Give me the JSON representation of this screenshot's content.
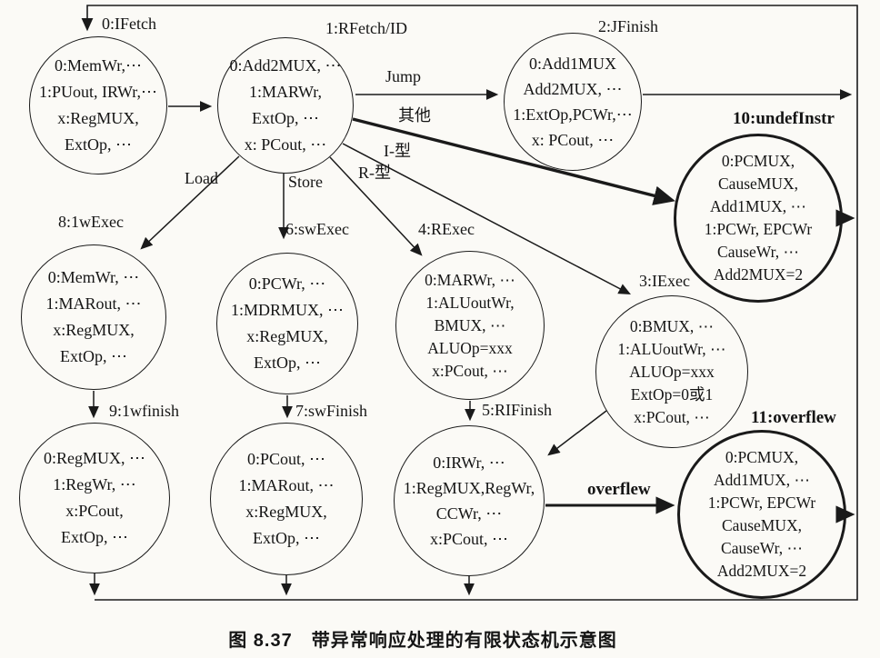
{
  "figure": {
    "caption": "图 8.37　带异常响应处理的有限状态机示意图"
  },
  "states": {
    "s0": {
      "label": "0:IFetch",
      "lines": [
        "0:MemWr,⋯",
        "1:PUout, IRWr,⋯",
        "x:RegMUX,",
        "ExtOp, ⋯"
      ]
    },
    "s1": {
      "label": "1:RFetch/ID",
      "lines": [
        "0:Add2MUX, ⋯",
        "1:MARWr,",
        "ExtOp, ⋯",
        "x: PCout, ⋯"
      ]
    },
    "s2": {
      "label": "2:JFinish",
      "lines": [
        "0:Add1MUX",
        "Add2MUX, ⋯",
        "1:ExtOp,PCWr,⋯",
        "x: PCout, ⋯"
      ]
    },
    "s3": {
      "label": "3:IExec",
      "lines": [
        "0:BMUX, ⋯",
        "1:ALUoutWr, ⋯",
        "ALUOp=xxx",
        "ExtOp=0或1",
        "x:PCout, ⋯"
      ]
    },
    "s4": {
      "label": "4:RExec",
      "lines": [
        "0:MARWr, ⋯",
        "1:ALUoutWr,",
        "BMUX, ⋯",
        "ALUOp=xxx",
        "x:PCout, ⋯"
      ]
    },
    "s5": {
      "label": "5:RIFinish",
      "lines": [
        "0:IRWr, ⋯",
        "1:RegMUX,RegWr,",
        "CCWr, ⋯",
        "x:PCout, ⋯"
      ]
    },
    "s6": {
      "label": "6:swExec",
      "lines": [
        "0:PCWr, ⋯",
        "1:MDRMUX, ⋯",
        "x:RegMUX,",
        "ExtOp, ⋯"
      ]
    },
    "s7": {
      "label": "7:swFinish",
      "lines": [
        "0:PCout, ⋯",
        "1:MARout, ⋯",
        "x:RegMUX,",
        "ExtOp, ⋯"
      ]
    },
    "s8": {
      "label": "8:1wExec",
      "lines": [
        "0:MemWr, ⋯",
        "1:MARout, ⋯",
        "x:RegMUX,",
        "ExtOp, ⋯"
      ]
    },
    "s9": {
      "label": "9:1wfinish",
      "lines": [
        "0:RegMUX, ⋯",
        "1:RegWr, ⋯",
        "x:PCout,",
        "ExtOp, ⋯"
      ]
    },
    "s10": {
      "label": "10:undefInstr",
      "lines": [
        "0:PCMUX,",
        "CauseMUX,",
        "Add1MUX, ⋯",
        "1:PCWr, EPCWr",
        "CauseWr, ⋯",
        "Add2MUX=2"
      ]
    },
    "s11": {
      "label": "11:overflew",
      "lines": [
        "0:PCMUX,",
        "Add1MUX, ⋯",
        "1:PCWr, EPCWr",
        "CauseMUX,",
        "CauseWr, ⋯",
        "Add2MUX=2"
      ]
    }
  },
  "edges": {
    "jump": "Jump",
    "other": "其他",
    "i_type": "I-型",
    "r_type": "R-型",
    "load": "Load",
    "store": "Store",
    "overflew": "overflew"
  },
  "colors": {
    "ink": "#1a1a1a",
    "background": "#fbfaf6"
  }
}
